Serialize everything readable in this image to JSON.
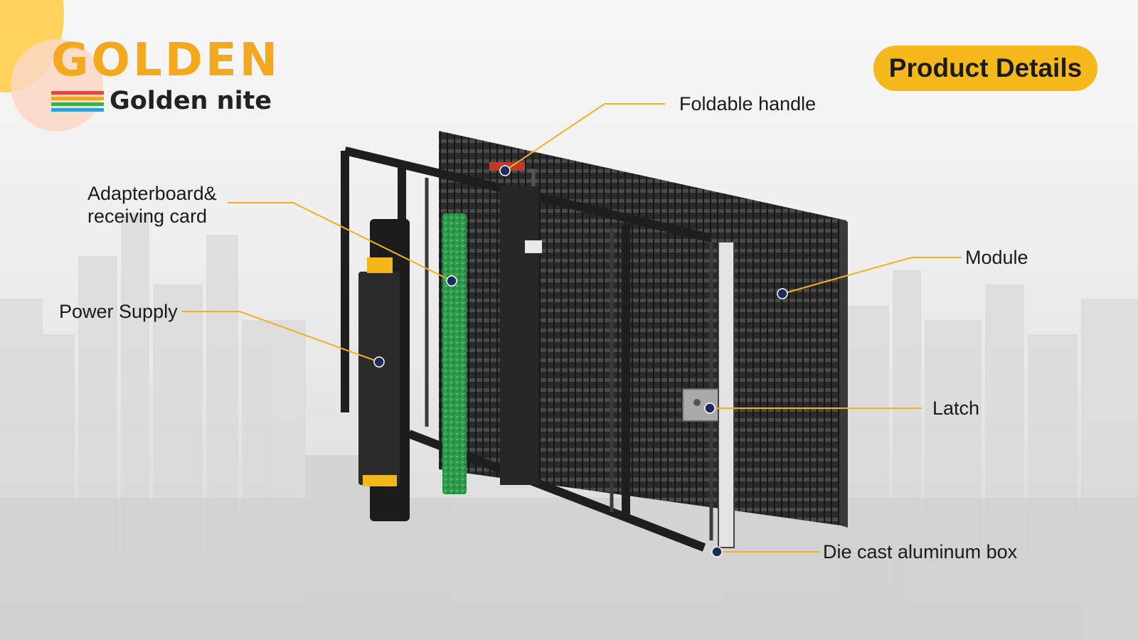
{
  "brand": {
    "wordmark": "GOLDEN",
    "name": "Golden nite",
    "stripe_colors": [
      "#e2483c",
      "#f4a81d",
      "#3dae5c",
      "#2f9fd8"
    ]
  },
  "badge": {
    "label": "Product Details"
  },
  "callouts": {
    "foldable_handle": "Foldable handle",
    "adapterboard_line1": "Adapterboard&",
    "adapterboard_line2": "receiving card",
    "module": "Module",
    "power_supply": "Power Supply",
    "latch": "Latch",
    "die_cast_box": "Die cast aluminum box"
  },
  "colors": {
    "accent": "#f4a81d",
    "badge": "#f6b91c",
    "callout_line": "#f2b21b"
  }
}
